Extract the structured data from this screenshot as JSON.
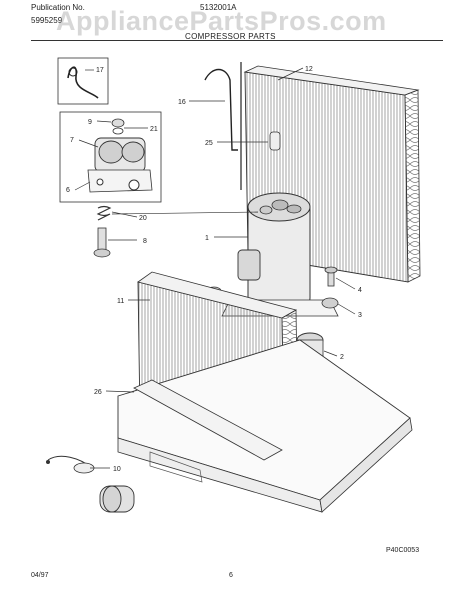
{
  "header": {
    "publication_label": "Publication No.",
    "publication_number": "5995259",
    "model_number": "5132001A",
    "section_title": "COMPRESSOR PARTS"
  },
  "watermark": "AppliancePartsPros.com",
  "callouts": [
    "17",
    "16",
    "12",
    "9",
    "21",
    "7",
    "25",
    "6",
    "20",
    "1",
    "8",
    "4",
    "11",
    "3",
    "2",
    "26",
    "10"
  ],
  "footer": {
    "date": "04/97",
    "page_number": "6",
    "figure_code": "P40C0053"
  }
}
